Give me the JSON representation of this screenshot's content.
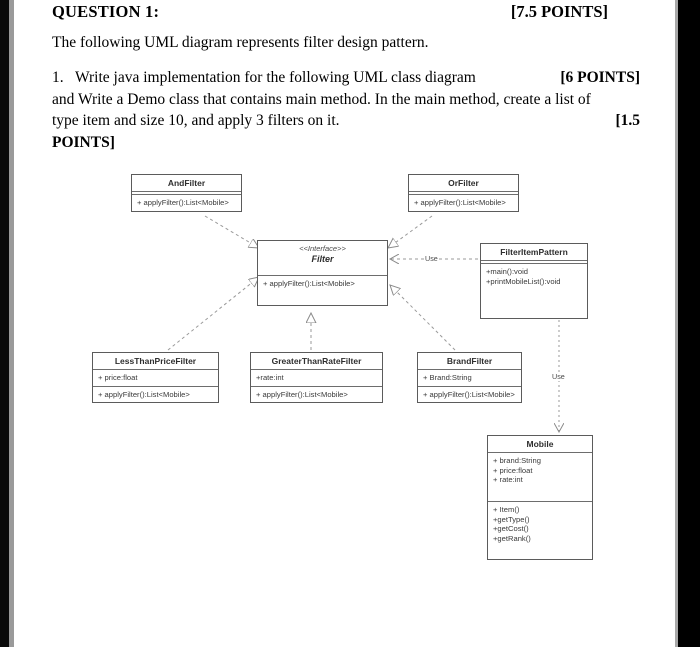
{
  "document": {
    "question_label": "QUESTION 1:",
    "question_points": "[7.5 POINTS]",
    "intro": "The following UML diagram represents filter design pattern.",
    "task_number": "1.",
    "task_line1": "Write java implementation for the following UML class diagram",
    "task_points1": "[6 POINTS]",
    "task_line2": "and Write a Demo class that contains main method. In the main method, create a list of",
    "task_line3": "type item and size 10, and apply 3 filters on it.",
    "task_points2": "[1.5",
    "task_points3": "POINTS]"
  },
  "diagram": {
    "type": "uml-class-diagram",
    "edge_label_use_horizontal": "Use",
    "edge_label_use_vertical": "Use",
    "classes": {
      "and_filter": {
        "name": "AndFilter",
        "methods": [
          "+ applyFilter():List<Mobile>"
        ]
      },
      "or_filter": {
        "name": "OrFilter",
        "methods": [
          "+ applyFilter():List<Mobile>"
        ]
      },
      "filter": {
        "stereotype": "<<Interface>>",
        "name": "Filter",
        "methods": [
          "+ applyFilter():List<Mobile>"
        ]
      },
      "filter_item_pattern": {
        "name": "FilterItemPattern",
        "methods": [
          "+main():void",
          "+printMobileList():void"
        ]
      },
      "less_than_price_filter": {
        "name": "LessThanPriceFilter",
        "attributes": [
          "+ price:float"
        ],
        "methods": [
          "+ applyFilter():List<Mobile>"
        ]
      },
      "greater_than_rate_filter": {
        "name": "GreaterThanRateFilter",
        "attributes": [
          "+rate:int"
        ],
        "methods": [
          "+ applyFilter():List<Mobile>"
        ]
      },
      "brand_filter": {
        "name": "BrandFilter",
        "attributes": [
          "+ Brand:String"
        ],
        "methods": [
          "+ applyFilter():List<Mobile>"
        ]
      },
      "mobile": {
        "name": "Mobile",
        "attributes": [
          "+ brand:String",
          "+ price:float",
          "+ rate:int"
        ],
        "methods": [
          "+ Item()",
          "+getType()",
          "+getCost()",
          "+getRank()"
        ]
      }
    }
  },
  "colors": {
    "box_border": "#5b5b5b",
    "line": "#8a8a8a",
    "text": "#3a3a3a",
    "page": "#ffffff"
  }
}
